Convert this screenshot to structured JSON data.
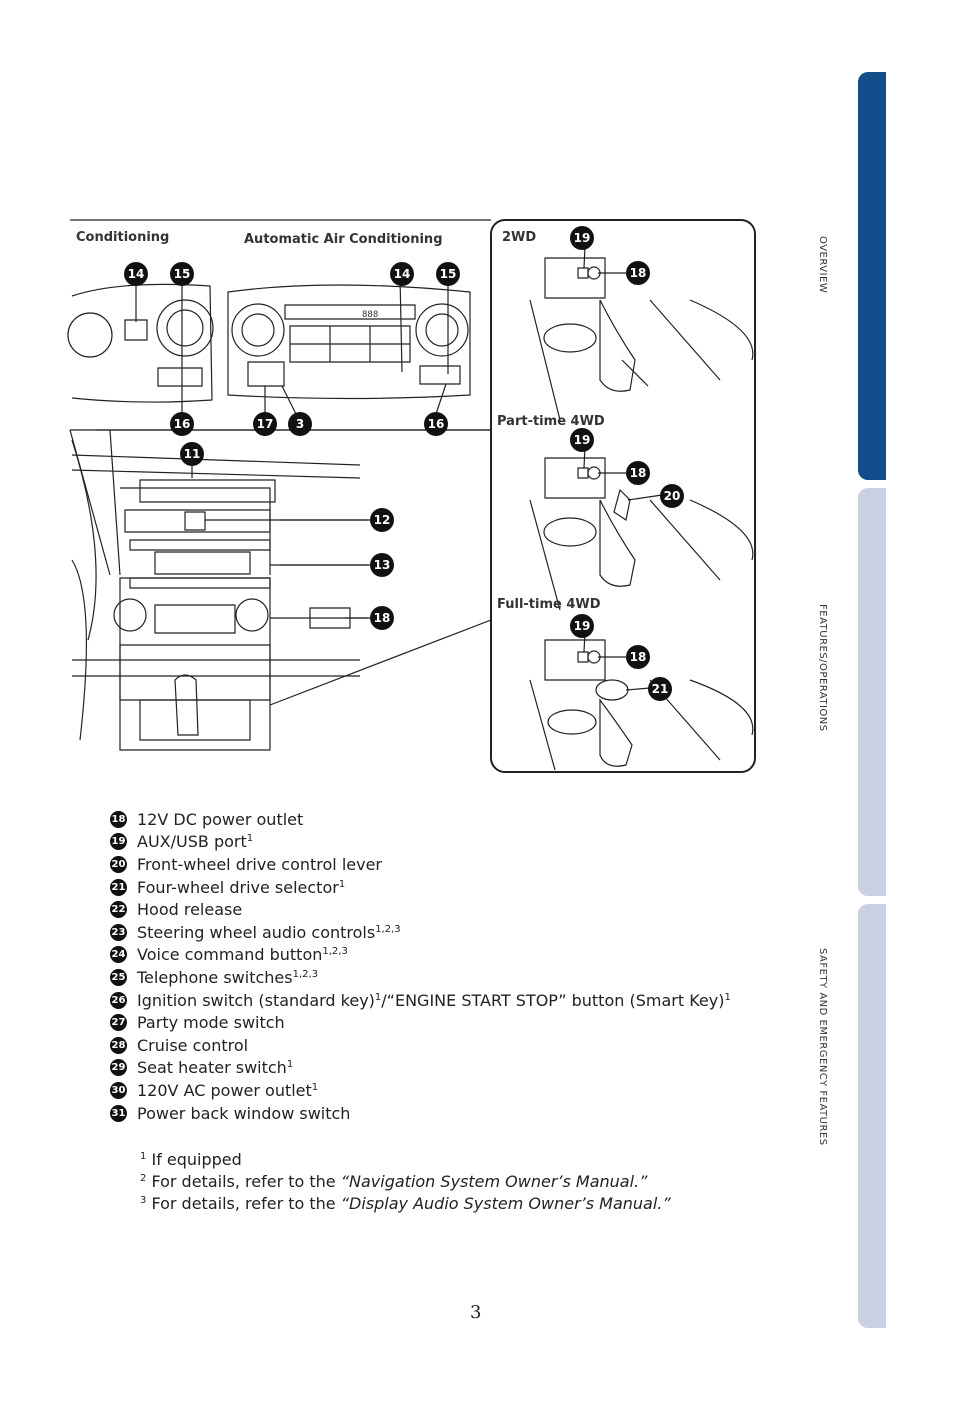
{
  "side_tabs": [
    {
      "label": "OVERVIEW",
      "active": true
    },
    {
      "label": "FEATURES/OPERATIONS",
      "active": false
    },
    {
      "label": "SAFETY AND EMERGENCY FEATURES",
      "active": false
    }
  ],
  "figure": {
    "header_conditioning": "Conditioning",
    "header_auto_ac": "Automatic Air Conditioning",
    "header_2wd": "2WD",
    "header_parttime": "Part-time 4WD",
    "header_fulltime": "Full-time 4WD",
    "callouts": {
      "c14a": "14",
      "c15a": "15",
      "c14b": "14",
      "c15b": "15",
      "c16a": "16",
      "c17": "17",
      "c3": "3",
      "c16b": "16",
      "c11": "11",
      "c12": "12",
      "c13": "13",
      "c18dash": "18",
      "c19_2wd": "19",
      "c18_2wd": "18",
      "c19_pt": "19",
      "c18_pt": "18",
      "c20_pt": "20",
      "c19_ft": "19",
      "c18_ft": "18",
      "c21_ft": "21"
    },
    "display_text": "888"
  },
  "legend": [
    {
      "num": "18",
      "text": "12V DC power outlet",
      "sup": ""
    },
    {
      "num": "19",
      "text": "AUX/USB port",
      "sup": "1"
    },
    {
      "num": "20",
      "text": "Front-wheel drive control lever",
      "sup": ""
    },
    {
      "num": "21",
      "text": "Four-wheel drive selector",
      "sup": "1"
    },
    {
      "num": "22",
      "text": "Hood release",
      "sup": ""
    },
    {
      "num": "23",
      "text": "Steering wheel audio controls",
      "sup": "1,2,3"
    },
    {
      "num": "24",
      "text": "Voice command button",
      "sup": "1,2,3"
    },
    {
      "num": "25",
      "text": "Telephone switches",
      "sup": "1,2,3"
    },
    {
      "num": "26",
      "text": "Ignition switch (standard key)",
      "sup": "1",
      "text2": "/“ENGINE START STOP” button (Smart Key)",
      "sup2": "1"
    },
    {
      "num": "27",
      "text": "Party mode switch",
      "sup": ""
    },
    {
      "num": "28",
      "text": "Cruise control",
      "sup": ""
    },
    {
      "num": "29",
      "text": "Seat heater switch",
      "sup": "1"
    },
    {
      "num": "30",
      "text": "120V AC power outlet",
      "sup": "1"
    },
    {
      "num": "31",
      "text": "Power back window switch",
      "sup": ""
    }
  ],
  "notes": [
    {
      "sup": "1",
      "text": "If equipped",
      "italic": ""
    },
    {
      "sup": "2",
      "text": "For details, refer to the ",
      "italic": "“Navigation System Owner’s Manual.”"
    },
    {
      "sup": "3",
      "text": "For details, refer to the ",
      "italic": "“Display Audio System Owner’s Manual.”"
    }
  ],
  "page_number": "3"
}
